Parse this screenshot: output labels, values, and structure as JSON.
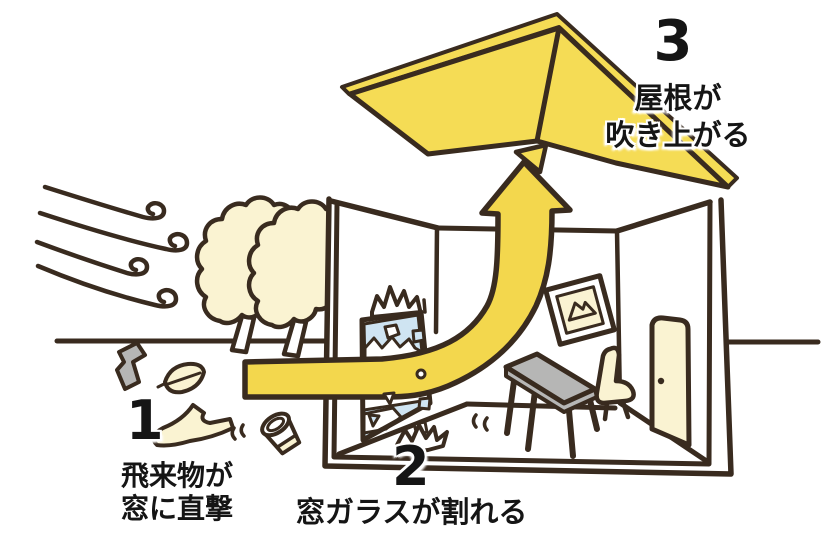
{
  "illustration": {
    "subject": "wind-damage-to-house-diagram",
    "steps": [
      {
        "number": "1",
        "lines": [
          "飛来物が",
          "窓に直撃"
        ]
      },
      {
        "number": "2",
        "lines": [
          "窓ガラスが割れる"
        ]
      },
      {
        "number": "3",
        "lines": [
          "屋根が",
          "吹き上がる"
        ]
      }
    ]
  },
  "colors": {
    "outline": "#392b1f",
    "yellow": "#f3d74d",
    "roof_yellow": "#f5dc55",
    "cream": "#faf3d2",
    "glass_blue": "#cfe4f2",
    "grey": "#b6b6b5",
    "white": "#ffffff",
    "text": "#151515",
    "background": "#ffffff"
  }
}
